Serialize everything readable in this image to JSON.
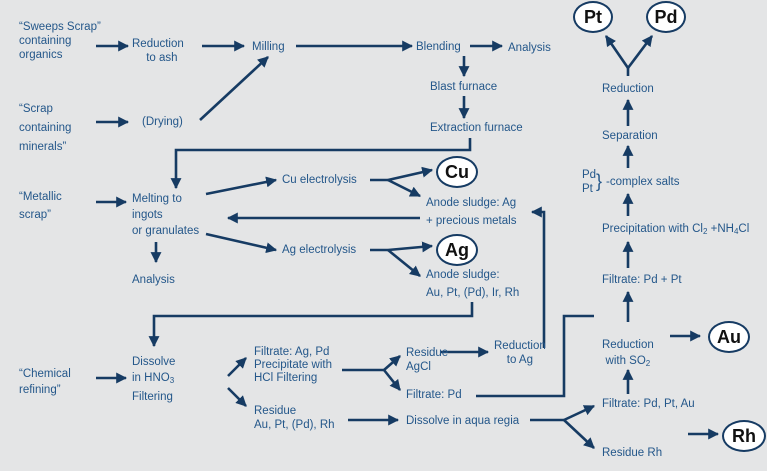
{
  "labels": {
    "sweeps_scrap": [
      "“Sweeps Scrap”",
      "containing",
      "organics"
    ],
    "scrap_minerals": [
      "“Scrap",
      "containing",
      "minerals”"
    ],
    "metallic_scrap": [
      "“Metallic",
      "scrap”"
    ],
    "chemical_refining": [
      "“Chemical",
      "refining”"
    ],
    "reduction_to_ash": [
      "Reduction",
      "to ash"
    ],
    "drying": "(Drying)",
    "milling": "Milling",
    "blending": "Blending",
    "analysis_top": "Analysis",
    "blast_furnace": "Blast furnace",
    "extraction_furnace": "Extraction furnace",
    "melting": [
      "Melting to",
      "ingots",
      "or granulates"
    ],
    "analysis_mid": "Analysis",
    "cu_electrolysis": "Cu electrolysis",
    "ag_electrolysis": "Ag electrolysis",
    "anode_sludge_ag": [
      "Anode sludge: Ag",
      "+ precious metals"
    ],
    "anode_sludge_au": [
      "Anode sludge:",
      "Au, Pt, (Pd), Ir, Rh"
    ],
    "dissolve": [
      "Dissolve",
      "in HNO",
      "Filtering"
    ],
    "dissolve_sub": "3",
    "filtrate_ag_pd": [
      "Filtrate: Ag, Pd",
      "Precipitate with",
      "HCl    Filtering"
    ],
    "residue_agcl": [
      "Residue",
      "AgCl"
    ],
    "reduction_to_ag": [
      "Reduction",
      "to Ag"
    ],
    "filtrate_pd": "Filtrate: Pd",
    "residue_au": [
      "Residue",
      "Au, Pt, (Pd), Rh"
    ],
    "dissolve_aqua": "Dissolve in aqua regia",
    "filtrate_pd_pt_au": "Filtrate: Pd, Pt, Au",
    "residue_rh": "Residue Rh",
    "reduction_so2": [
      "Reduction",
      "with SO"
    ],
    "so2_sub": "2",
    "filtrate_pd_pt": "Filtrate: Pd + Pt",
    "precipitation": [
      "Precipitation with Cl",
      " +NH",
      "Cl"
    ],
    "precip_sub1": "2",
    "precip_sub2": "4",
    "complex_pd": "Pd",
    "complex_pt": "Pt",
    "complex_salts": "-complex salts",
    "separation": "Separation",
    "reduction_top": "Reduction"
  },
  "nodes": {
    "pt": "Pt",
    "pd": "Pd",
    "cu": "Cu",
    "ag": "Ag",
    "au": "Au",
    "rh": "Rh"
  },
  "colors": {
    "background": "#e4e5e6",
    "arrow": "#163b63",
    "text": "#24578a",
    "node_fill": "#ffffff"
  }
}
